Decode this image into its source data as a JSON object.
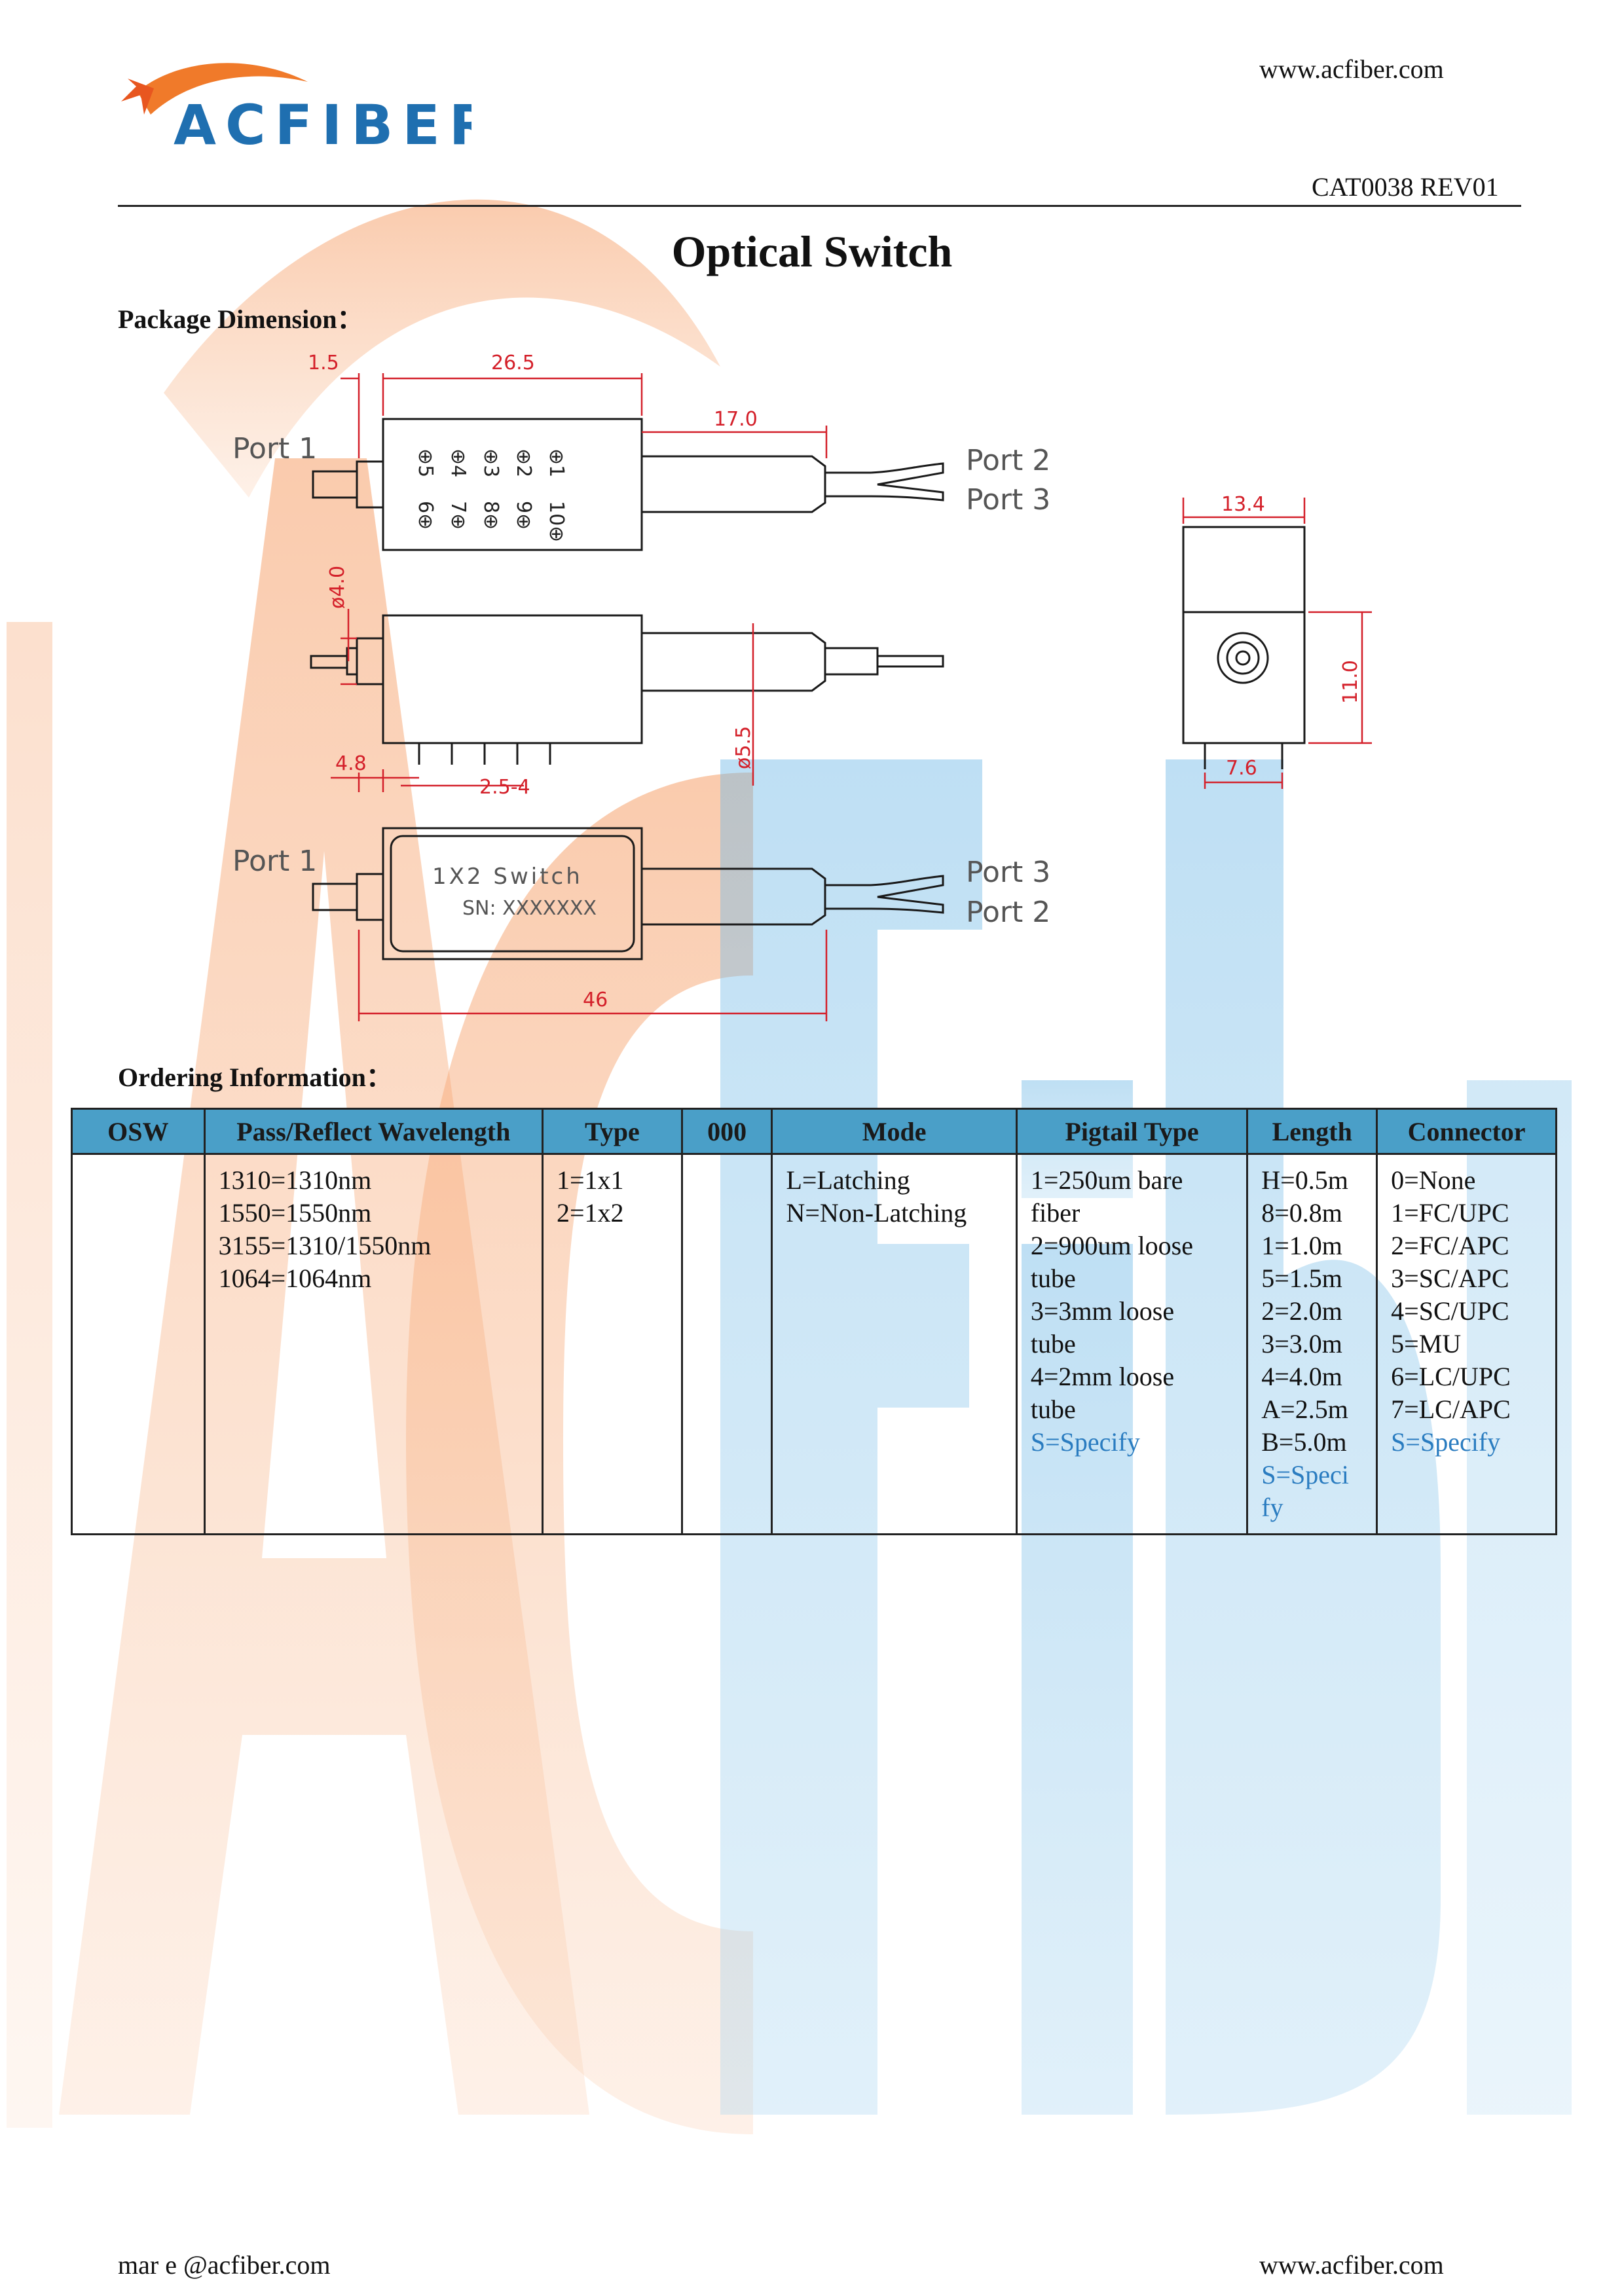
{
  "header": {
    "brand": "ACFIBER",
    "website": "www.acfiber.com",
    "catalog_code": "CAT0038 REV01"
  },
  "title": "Optical Switch",
  "sections": {
    "package": "Package Dimension：",
    "ordering": "Ordering Information："
  },
  "drawing": {
    "dim_1_5": "1.5",
    "dim_26_5": "26.5",
    "dim_17_0": "17.0",
    "dim_13_4": "13.4",
    "dim_phi4": "ø4.0",
    "dim_phi5_5": "ø5.5",
    "dim_11_0": "11.0",
    "dim_4_8": "4.8",
    "dim_2_5_4": "2.5-4",
    "dim_7_6": "7.6",
    "dim_46": "46",
    "port1": "Port  1",
    "port2": "Port  2",
    "port3": "Port  3",
    "pins_top": [
      "⊕5",
      "⊕4",
      "⊕3",
      "⊕2",
      "⊕1"
    ],
    "pins_bottom": [
      "6⊕",
      "7⊕",
      "8⊕",
      "9⊕",
      "10⊕"
    ],
    "label_line1": "1X2  Switch",
    "label_line2": "SN: XXXXXXX"
  },
  "ordering_table": {
    "headers": [
      "OSW",
      "Pass/Reflect Wavelength",
      "Type",
      "000",
      "Mode",
      "Pigtail Type",
      "Length",
      "Connector"
    ],
    "wavelength": [
      "1310=1310nm",
      "1550=1550nm",
      "3155=1310/1550nm",
      "1064=1064nm"
    ],
    "type": [
      "1=1x1",
      "2=1x2"
    ],
    "mode": [
      "L=Latching",
      "N=Non-Latching"
    ],
    "pigtail": [
      "1=250um bare",
      "fiber",
      "2=900um loose",
      "tube",
      "3=3mm loose",
      "tube",
      "4=2mm loose",
      "tube"
    ],
    "pigtail_specify": "S=Specify",
    "length": [
      "H=0.5m",
      "8=0.8m",
      "1=1.0m",
      "5=1.5m",
      "2=2.0m",
      "3=3.0m",
      "4=4.0m",
      "A=2.5m",
      "B=5.0m"
    ],
    "length_specify": [
      "S=Speci",
      "fy"
    ],
    "connector": [
      "0=None",
      "1=FC/UPC",
      "2=FC/APC",
      "3=SC/APC",
      "4=SC/UPC",
      "5=MU",
      "6=LC/UPC",
      "7=LC/APC"
    ],
    "connector_specify": "S=Specify"
  },
  "footer": {
    "email": "mar  e @acfiber.com",
    "website": "www.acfiber.com"
  },
  "colors": {
    "brand_blue": "#1f6fb0",
    "brand_orange": "#f07a2a",
    "drawing_red": "#d4202a",
    "table_header": "#4a9fc8",
    "specify": "#2a7cc0"
  }
}
